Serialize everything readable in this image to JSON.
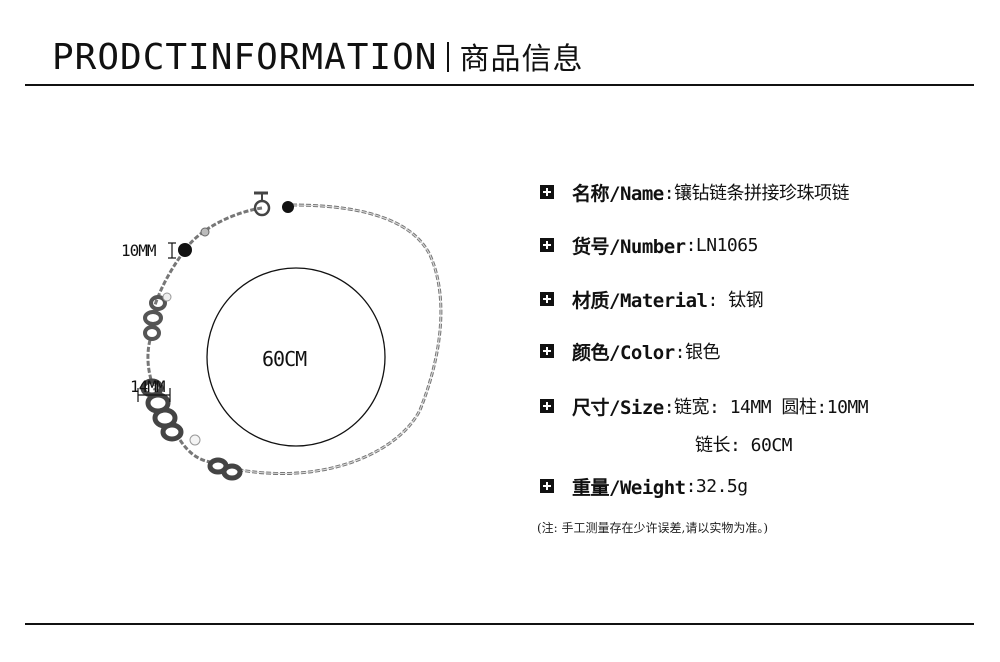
{
  "header": {
    "title_en": "PRODCTINFORMATION",
    "title_cn": "商品信息"
  },
  "figure": {
    "bead_dim": "10MM",
    "chain_dim": "14MM",
    "circle_dim": "60CM"
  },
  "info": {
    "rows": [
      {
        "label": "名称/Name",
        "value": ":镶钻链条拼接珍珠项链"
      },
      {
        "label": "货号/Number",
        "value": ":LN1065"
      },
      {
        "label": "材质/Material",
        "value": ": 钛钢"
      },
      {
        "label": "颜色/Color",
        "value": ":银色"
      },
      {
        "label": "尺寸/Size",
        "value": ":链宽: 14MM 圆柱:10MM"
      },
      {
        "label": "重量/Weight",
        "value": ":32.5g"
      }
    ],
    "size_extra": "链长: 60CM",
    "note": "(注: 手工测量存在少许误差,请以实物为准。)"
  }
}
